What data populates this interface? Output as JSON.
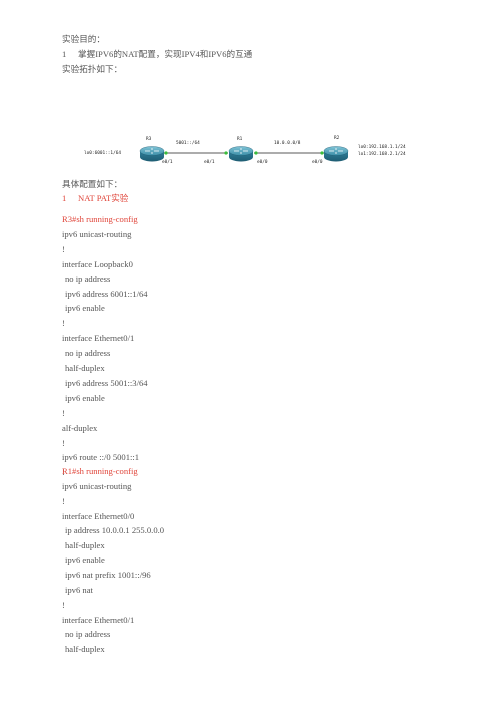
{
  "doc": {
    "purpose_title": "实验目的：",
    "purpose_items": [
      {
        "num": "1",
        "text": "掌握IPV6的NAT配置，实现IPV4和IPV6的互通"
      }
    ],
    "topology_title": "实验拓扑如下：",
    "config_title": "具体配置如下：",
    "config_sections": [
      {
        "num": "1",
        "text": "NAT PAT实验"
      }
    ]
  },
  "topology": {
    "routers": [
      {
        "name": "R3"
      },
      {
        "name": "R1"
      },
      {
        "name": "R2"
      }
    ],
    "labels": {
      "r3_lo": "lo0:6001::1/64",
      "link_r3_r1": "5001::/64",
      "link_r1_r2": "10.0.0.0/8",
      "r3_e01": "e0/1",
      "r1_e01": "e0/1",
      "r1_e00": "e0/0",
      "r2_e00": "e0/0",
      "r2_lo0": "lo0:192.168.1.1/24",
      "r2_lo1": "lo1:192.168.2.1/24"
    }
  },
  "r3": {
    "heading": "R3#sh running-config",
    "lines": [
      "ipv6 unicast-routing",
      "!",
      "interface Loopback0",
      " no ip address",
      " ipv6 address 6001::1/64",
      " ipv6 enable",
      "!",
      "interface Ethernet0/1",
      " no ip address",
      " half-duplex",
      " ipv6 address 5001::3/64",
      " ipv6 enable",
      "!",
      "alf-duplex",
      "!",
      "ipv6 route ::/0 5001::1",
      "!"
    ]
  },
  "r1": {
    "heading": "R1#sh running-config",
    "lines": [
      "ipv6 unicast-routing",
      "!",
      "interface Ethernet0/0",
      " ip address 10.0.0.1 255.0.0.0",
      " half-duplex",
      " ipv6 enable",
      " ipv6 nat prefix 1001::/96",
      " ipv6 nat",
      "!",
      "interface Ethernet0/1",
      " no ip address",
      " half-duplex"
    ]
  },
  "colors": {
    "accent_red": "#e0453a",
    "text_gray": "#555555",
    "router_blue": "#2f7f9a",
    "link_green": "#3bbf3b"
  }
}
